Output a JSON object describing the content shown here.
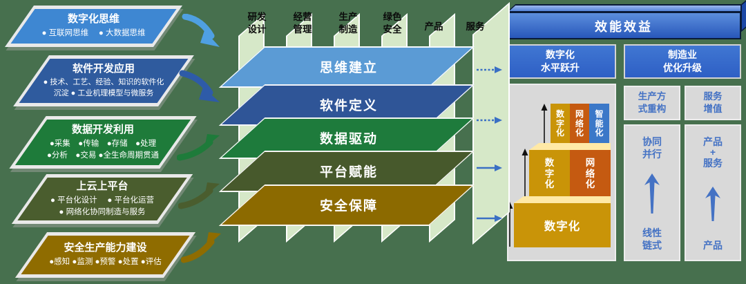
{
  "colors": {
    "background": "#47704E",
    "fin_green": "#D6E8C8",
    "gold": "#C99408",
    "orange": "#C55A11",
    "step_blue": "#3B78C8",
    "accent_blue": "#4472C4",
    "panel_gray": "#D9D9D9",
    "box1_blue": "#3E87D2",
    "box2_blue": "#2F5B9E",
    "box3_green": "#1E7B3A",
    "box4_olive": "#4A5D2E",
    "box5_gold": "#8F6C00"
  },
  "left_boxes": [
    {
      "title": "数字化思维",
      "color": "#3E87D2",
      "lines": [
        "● 互联网思维　 ● 大数据思维"
      ]
    },
    {
      "title": "软件开发应用",
      "color": "#2F5B9E",
      "lines": [
        "● 技术、工艺、经验、知识的软件化",
        "沉淀 ● 工业机理模型与微服务"
      ]
    },
    {
      "title": "数据开发利用",
      "color": "#1E7B3A",
      "lines": [
        "●采集　●传输　●存储　●处理",
        "●分析　●交易 ●全生命周期贯通"
      ]
    },
    {
      "title": "上云上平台",
      "color": "#4A5D2E",
      "lines": [
        "● 平台化设计　 ● 平台化运营",
        "● 网络化协同制造与服务"
      ]
    },
    {
      "title": "安全生产能力建设",
      "color": "#8F6C00",
      "lines": [
        "●感知 ●监测 ●预警 ●处置 ●评估"
      ]
    }
  ],
  "middle": {
    "columns": [
      {
        "lines": [
          "研发",
          "设计"
        ]
      },
      {
        "lines": [
          "经营",
          "管理"
        ]
      },
      {
        "lines": [
          "生产",
          "制造"
        ]
      },
      {
        "lines": [
          "绿色",
          "安全"
        ]
      },
      {
        "lines": [
          "产品"
        ]
      },
      {
        "lines": [
          "服务"
        ]
      }
    ],
    "layers": [
      {
        "label": "思维建立",
        "color": "#5B9BD5"
      },
      {
        "label": "软件定义",
        "color": "#2F5597"
      },
      {
        "label": "数据驱动",
        "color": "#1E7B3C"
      },
      {
        "label": "平台赋能",
        "color": "#47592C"
      },
      {
        "label": "安全保障",
        "color": "#8C6A00"
      }
    ]
  },
  "right": {
    "header": "效能效益",
    "benefit_left": {
      "lines": [
        "数字化",
        "水平跃升"
      ]
    },
    "benefit_right": {
      "lines": [
        "制造业",
        "优化升级"
      ]
    },
    "pyramid": {
      "top_step": [
        {
          "label": "数字化",
          "color": "#C99408"
        },
        {
          "label": "网络化",
          "color": "#C55A11"
        },
        {
          "label": "智能化",
          "color": "#3B78C8"
        }
      ],
      "mid_step": [
        {
          "label": "数字化",
          "color": "#C99408"
        },
        {
          "label": "网络化",
          "color": "#C55A11"
        }
      ],
      "bottom_step": [
        {
          "label": "数字化",
          "color": "#C99408"
        }
      ]
    },
    "col1": {
      "top": [
        "生产方",
        "式重构"
      ],
      "mid": [
        "协同",
        "并行"
      ],
      "bottom": [
        "线性",
        "链式"
      ]
    },
    "col2": {
      "top": [
        "服务",
        "增值"
      ],
      "mid": [
        "产品",
        "+",
        "服务"
      ],
      "bottom": [
        "产品"
      ]
    }
  }
}
